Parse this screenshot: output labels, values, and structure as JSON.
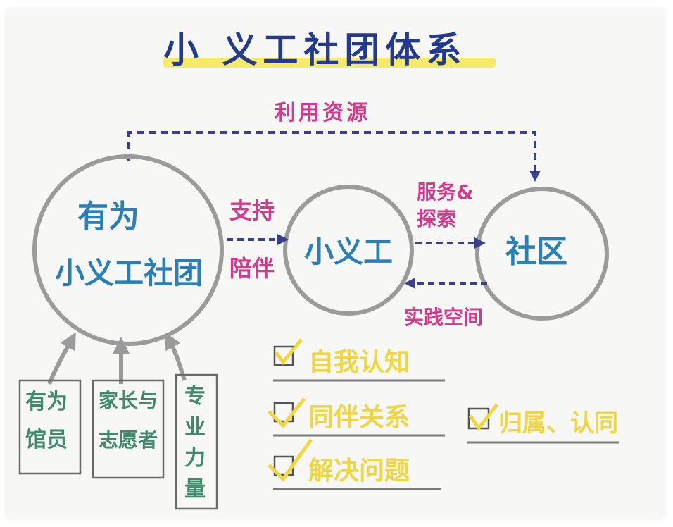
{
  "title": "小 义工社团体系",
  "colors": {
    "title": "#243a8c",
    "highlight": "#f6ea6a",
    "circle": "#9b9b9b",
    "node_text": "#2a7fb8",
    "edge_label": "#d6398c",
    "arrow": "#3a3f8c",
    "box_text": "#3e8a6b",
    "check_text": "#f0d640",
    "rule": "#7a7a7a"
  },
  "nodes": {
    "club_line1": "有为",
    "club_line2": "小义工社团",
    "volunteer": "小义工",
    "community": "社区"
  },
  "edges": {
    "top_label": "利用资源",
    "support": "支持",
    "accompany": "陪伴",
    "service_line1": "服务&",
    "service_line2": "探索",
    "practice": "实践空间"
  },
  "sources": [
    {
      "line1": "有为",
      "line2": "馆员"
    },
    {
      "line1": "家长与",
      "line2": "志愿者"
    },
    {
      "line1": "专",
      "line2": "业",
      "line3": "力",
      "line4": "量"
    }
  ],
  "outcomes": [
    {
      "label": "自我认知",
      "icon": "checkbox-checked-icon"
    },
    {
      "label": "同伴关系",
      "icon": "checkbox-checked-icon"
    },
    {
      "label": "解决问题",
      "icon": "checkbox-checked-icon"
    },
    {
      "label": "归属、认同",
      "icon": "checkbox-checked-icon"
    }
  ]
}
